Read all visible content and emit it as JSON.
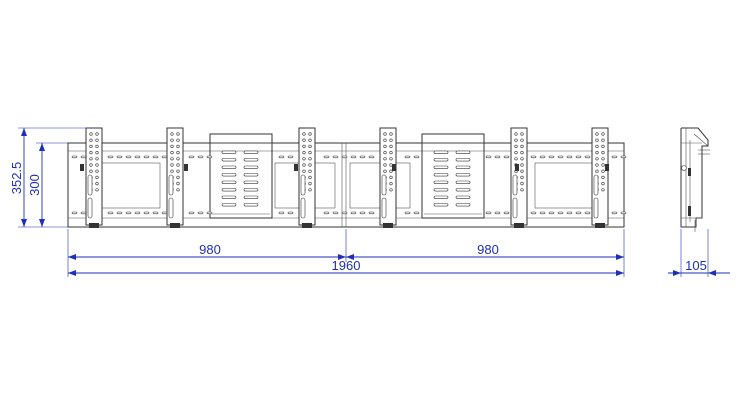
{
  "dimensions": {
    "left_height_overall": "352.5",
    "left_height_frame": "300",
    "half_width_left": "980",
    "half_width_right": "980",
    "total_width": "1960",
    "side_depth": "105"
  },
  "colors": {
    "dimension": "#1f2fb8",
    "line": "#333333"
  }
}
